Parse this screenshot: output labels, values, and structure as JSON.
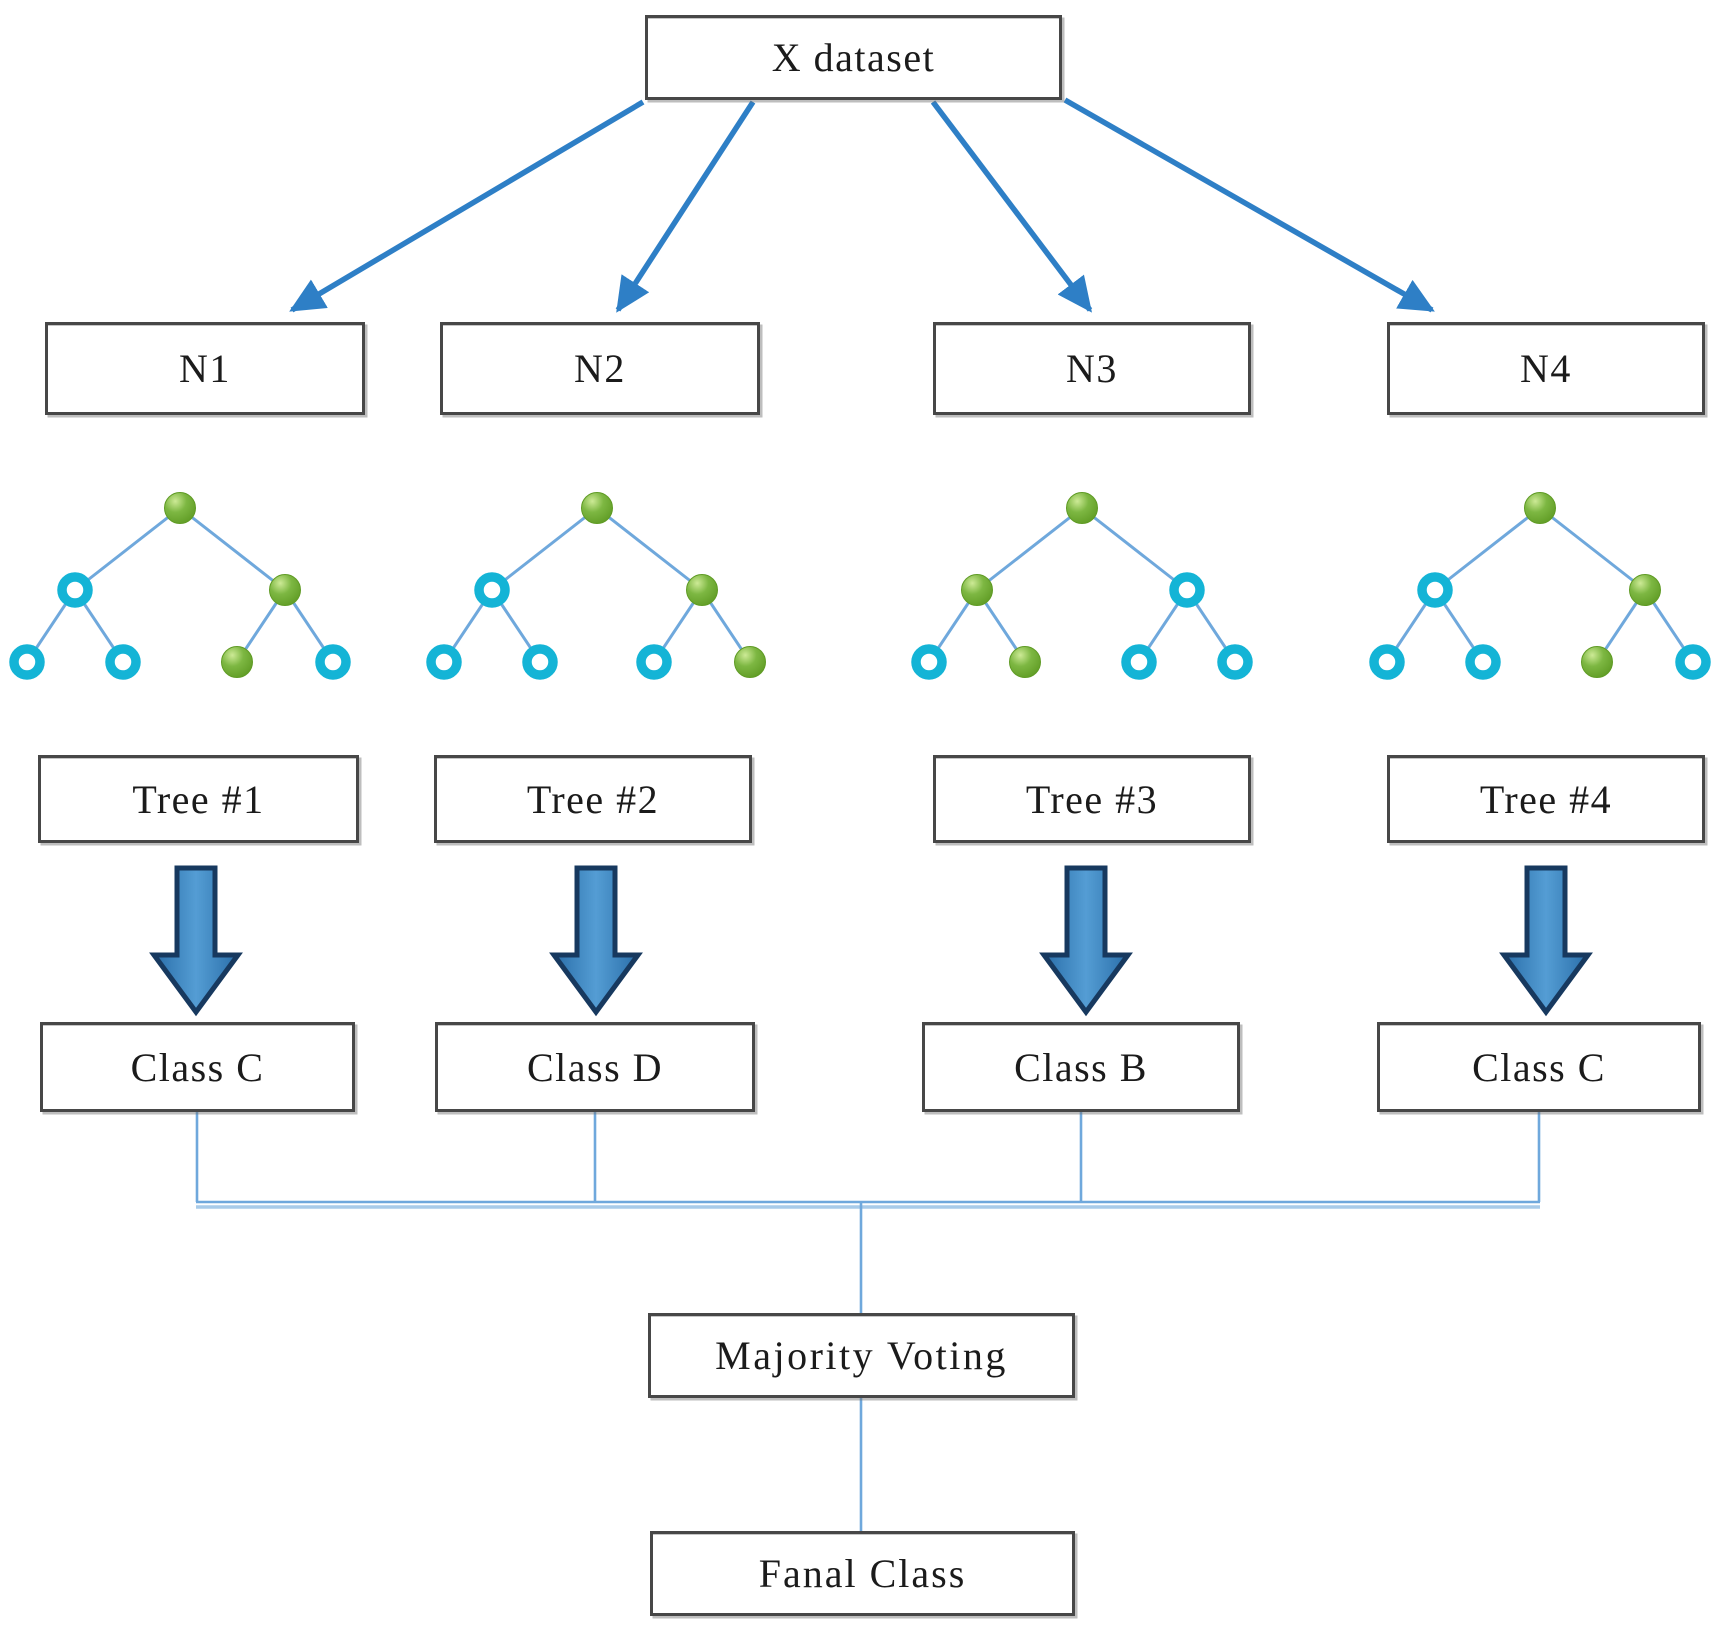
{
  "dataset": {
    "label": "X dataset"
  },
  "columns": [
    {
      "sample": "N1",
      "tree_label": "Tree #1",
      "class_label": "Class C",
      "tree": {
        "root": "green",
        "level2": [
          "cyan",
          "green"
        ],
        "leaves": [
          "cyan",
          "cyan",
          "green",
          "cyan"
        ]
      }
    },
    {
      "sample": "N2",
      "tree_label": "Tree #2",
      "class_label": "Class D",
      "tree": {
        "root": "green",
        "level2": [
          "cyan",
          "green"
        ],
        "leaves": [
          "cyan",
          "cyan",
          "cyan",
          "green"
        ]
      }
    },
    {
      "sample": "N3",
      "tree_label": "Tree #3",
      "class_label": "Class B",
      "tree": {
        "root": "green",
        "level2": [
          "green",
          "cyan"
        ],
        "leaves": [
          "cyan",
          "green",
          "cyan",
          "cyan"
        ]
      }
    },
    {
      "sample": "N4",
      "tree_label": "Tree #4",
      "class_label": "Class C",
      "tree": {
        "root": "green",
        "level2": [
          "cyan",
          "green"
        ],
        "leaves": [
          "cyan",
          "cyan",
          "green",
          "cyan"
        ]
      }
    }
  ],
  "majority": {
    "label": "Majority Voting"
  },
  "final": {
    "label": "Fanal Class"
  },
  "colors": {
    "arrow_blue": "#2e7fc6",
    "edge_blue": "#6fa8dc",
    "bus_echo": "#a8cbe9",
    "node_green": "#7db742",
    "node_green_light": "#cdea96",
    "node_green_dark": "#5f9b24",
    "node_cyan": "#14b4d6",
    "block_fill_dark": "#2a6ea9",
    "block_fill_light": "#549dd4",
    "block_border": "#17395f",
    "box_border": "#474747"
  }
}
